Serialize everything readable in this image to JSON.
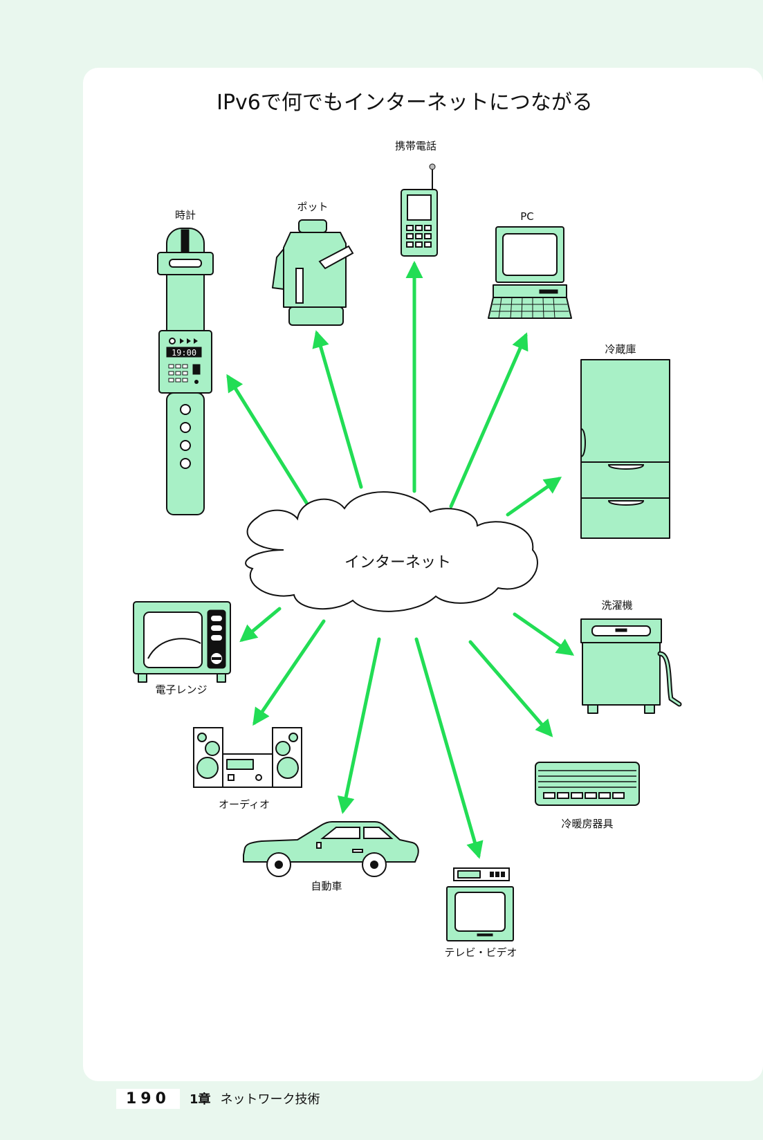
{
  "title": "IPv6で何でもインターネットにつながる",
  "center": "インターネット",
  "devices": {
    "watch": "時計",
    "pot": "ポット",
    "phone": "携帯電話",
    "pc": "PC",
    "fridge": "冷蔵庫",
    "microwave": "電子レンジ",
    "washer": "洗濯機",
    "audio": "オーディオ",
    "aircon": "冷暖房器具",
    "car": "自動車",
    "tv": "テレビ・ビデオ"
  },
  "watch_display": "19:00",
  "footer": {
    "page_number": "190",
    "chapter_number": "1章",
    "chapter_title": "ネットワーク技術"
  },
  "colors": {
    "arrow": "#22dd55",
    "device_fill": "#a8f0c6",
    "page_background": "#e9f7ee"
  }
}
